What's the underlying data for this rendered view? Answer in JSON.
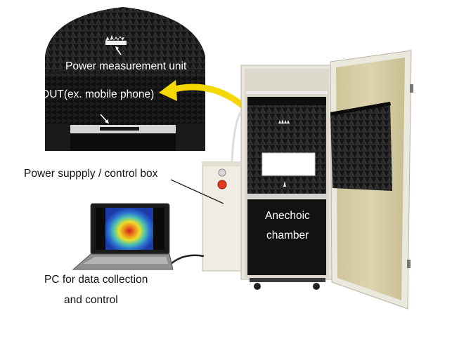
{
  "labels": {
    "power_measurement_unit": "Power measurement unit",
    "dut": "DUT(ex. mobile phone)",
    "power_supply": "Power suppply / control box",
    "anechoic_line1": "Anechoic",
    "anechoic_line2": "chamber",
    "pc_line1": "PC for data collection",
    "pc_line2": "and control"
  },
  "colors": {
    "callout_arrow": "#f5d800",
    "chamber_absorber": "#1a1a1a",
    "door_panel": "#d9cfa8",
    "frame": "#e8e6df",
    "control_box": "#efece2",
    "indicator_red": "#e03a1e"
  },
  "icons": [
    "power-button-icon",
    "emergency-stop-icon",
    "laptop-icon",
    "heatmap-icon"
  ]
}
